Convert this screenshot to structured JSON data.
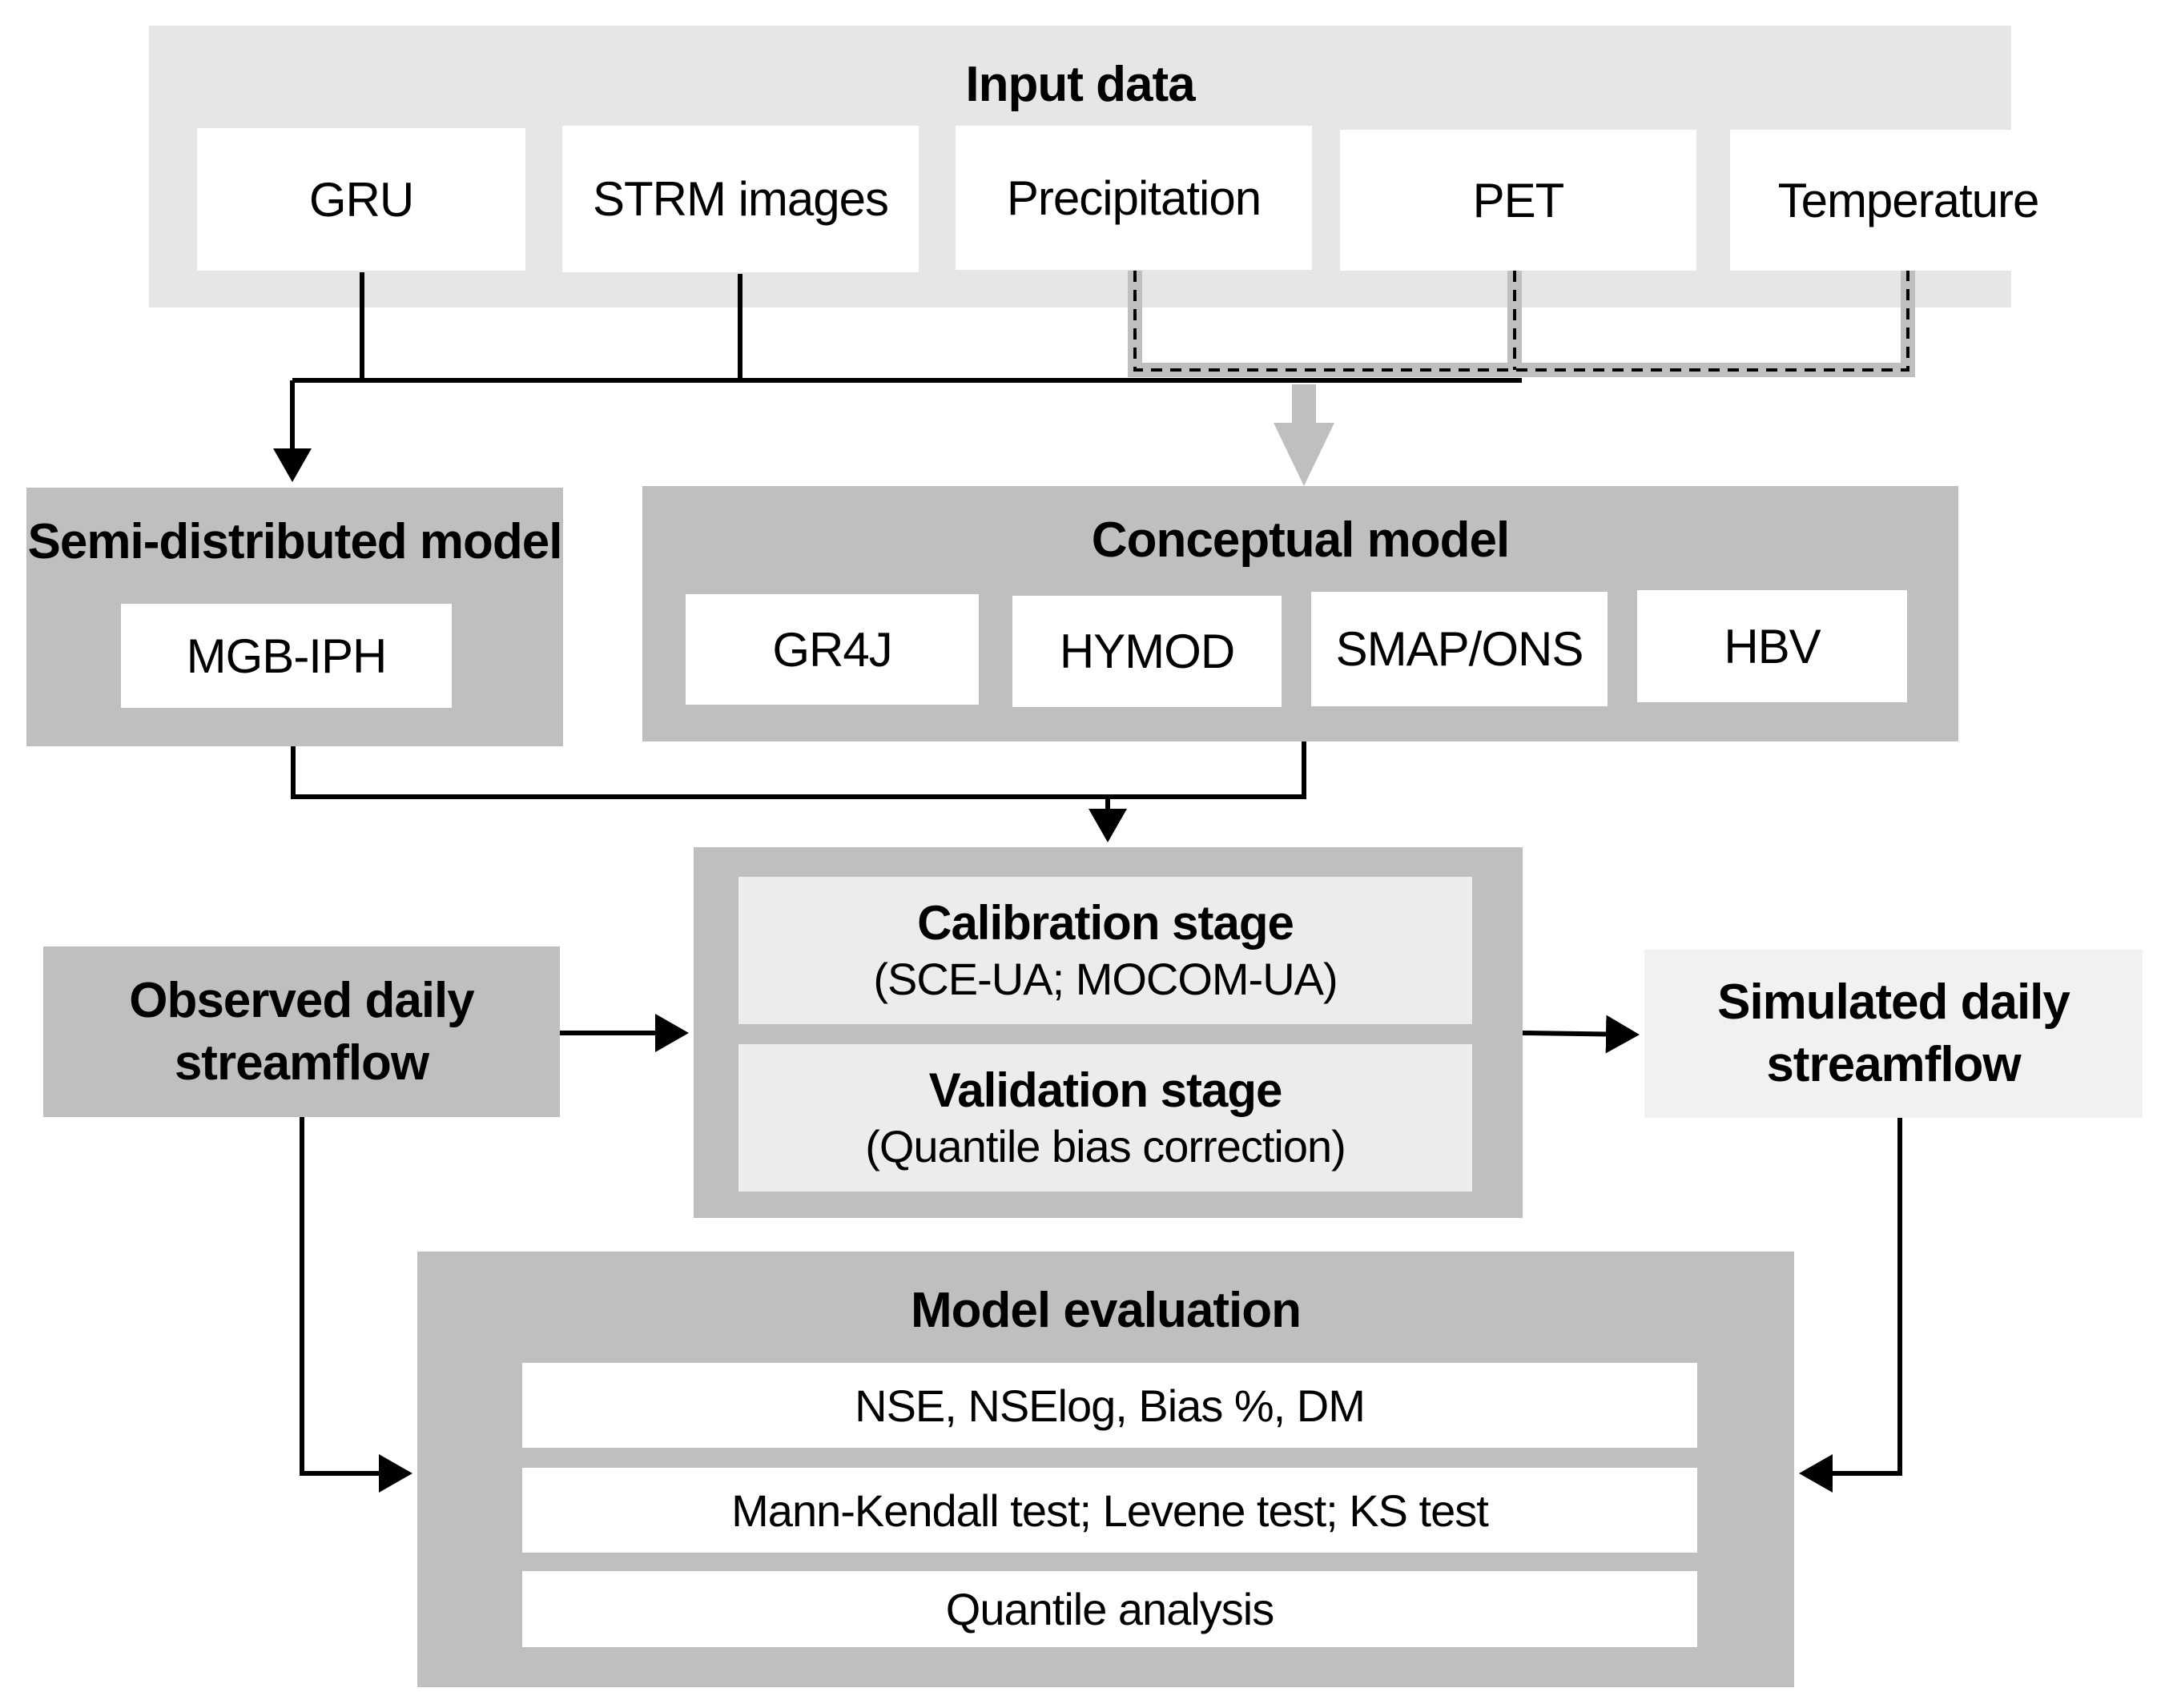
{
  "input_data": {
    "title": "Input data",
    "items": [
      "GRU",
      "STRM images",
      "Precipitation",
      "PET",
      "Temperature"
    ]
  },
  "semi_distributed": {
    "title": "Semi-distributed model",
    "items": [
      "MGB-IPH"
    ]
  },
  "conceptual": {
    "title": "Conceptual model",
    "items": [
      "GR4J",
      "HYMOD",
      "SMAP/ONS",
      "HBV"
    ]
  },
  "calibration": {
    "title": "Calibration stage",
    "subtitle": "(SCE-UA; MOCOM-UA)"
  },
  "validation": {
    "title": "Validation stage",
    "subtitle": "(Quantile bias correction)"
  },
  "observed": {
    "line1": "Observed daily",
    "line2": "streamflow"
  },
  "simulated": {
    "line1": "Simulated daily",
    "line2": "streamflow"
  },
  "evaluation": {
    "title": "Model evaluation",
    "items": [
      "NSE, NSElog, Bias %, DM",
      "Mann-Kendall test; Levene test; KS test",
      "Quantile analysis"
    ]
  },
  "colors": {
    "panel_light": "#e6e6e6",
    "panel_mid": "#bfbfbf",
    "panel_pale": "#f1f1f1",
    "arrow_grey": "#bfbfbf",
    "line_black": "#000000"
  }
}
